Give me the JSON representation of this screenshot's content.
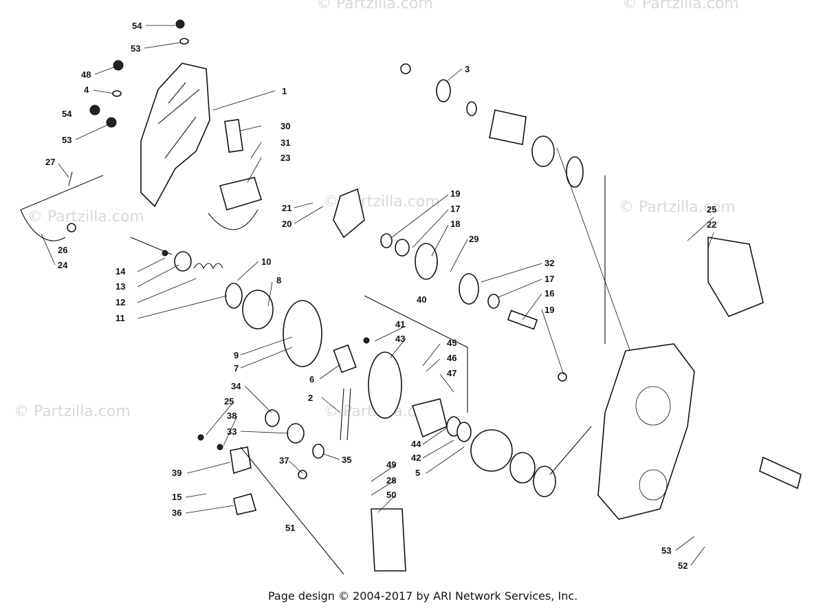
{
  "watermark": "© Partzilla.com",
  "footer": "Page design © 2004-2017 by ARI Network Services, Inc.",
  "callouts": [
    "54",
    "53",
    "48",
    "4",
    "1",
    "54",
    "53",
    "30",
    "31",
    "23",
    "27",
    "24",
    "26",
    "14",
    "13",
    "12",
    "11",
    "10",
    "8",
    "9",
    "7",
    "21",
    "20",
    "19",
    "17",
    "18",
    "29",
    "3",
    "32",
    "17",
    "16",
    "19",
    "40",
    "41",
    "43",
    "45",
    "46",
    "47",
    "6",
    "2",
    "34",
    "25",
    "38",
    "33",
    "39",
    "35",
    "44",
    "42",
    "5",
    "37",
    "49",
    "28",
    "50",
    "15",
    "36",
    "51",
    "25",
    "22",
    "53",
    "52"
  ]
}
